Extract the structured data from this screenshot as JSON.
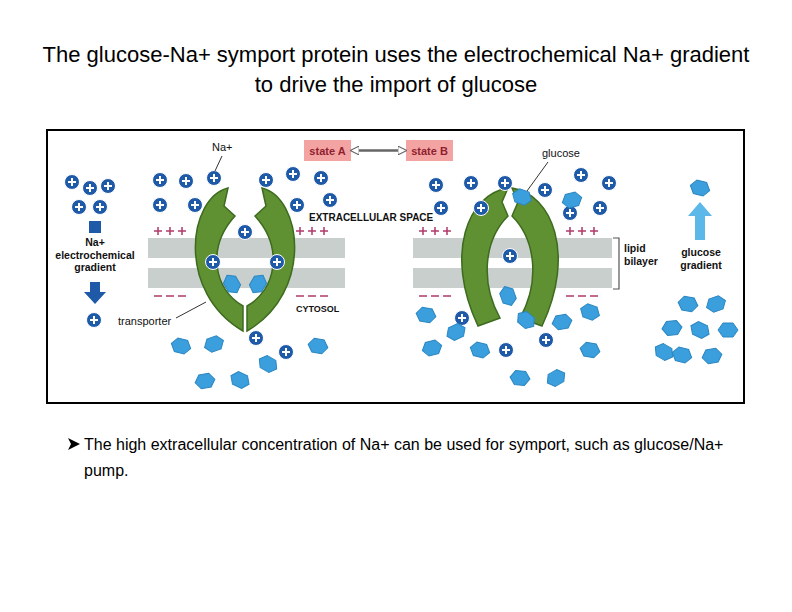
{
  "diagram": {
    "title": "The glucose-Na+ symport protein uses the electrochemical Na+ gradient to drive the import of glucose",
    "caption": "The high extracellular concentration of Na+ can be used for symport, such as glucose/Na+ pump.",
    "nodes": [
      {
        "text": [
          "state A"
        ]
      },
      {
        "text": [
          "state B"
        ]
      }
    ],
    "edges": [
      {
        "from": 0,
        "to": 1,
        "arrow": "both"
      }
    ],
    "labels": [
      "Na+",
      "glucose",
      "EXTRACELLULAR SPACE",
      "Na+ electrochemical gradient",
      "transporter",
      "CYTOSOL",
      "lipid bilayer",
      "glucose gradient"
    ]
  }
}
